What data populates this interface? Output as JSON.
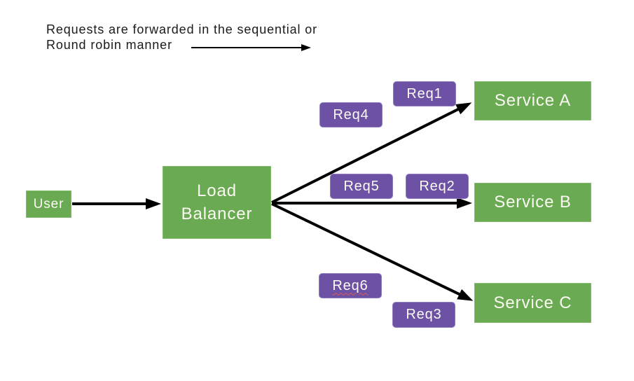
{
  "annotation": {
    "line1": "Requests are forwarded in the sequential or",
    "line2": "Round robin manner"
  },
  "nodes": {
    "user": {
      "label": "User"
    },
    "load_balancer": {
      "label": "Load Balancer"
    },
    "service_a": {
      "label": "Service A"
    },
    "service_b": {
      "label": "Service B"
    },
    "service_c": {
      "label": "Service C"
    }
  },
  "requests": {
    "req1": {
      "label": "Req1"
    },
    "req2": {
      "label": "Req2"
    },
    "req3": {
      "label": "Req3"
    },
    "req4": {
      "label": "Req4"
    },
    "req5": {
      "label": "Req5"
    },
    "req6": {
      "label": "Req6"
    }
  },
  "colors": {
    "node_green": "#6aaa52",
    "request_purple": "#6c51a4",
    "arrow_black": "#000000",
    "spellcheck_red": "#e05a52",
    "box_text": "#fafaf2",
    "annotation_text": "#1b1b1b"
  }
}
